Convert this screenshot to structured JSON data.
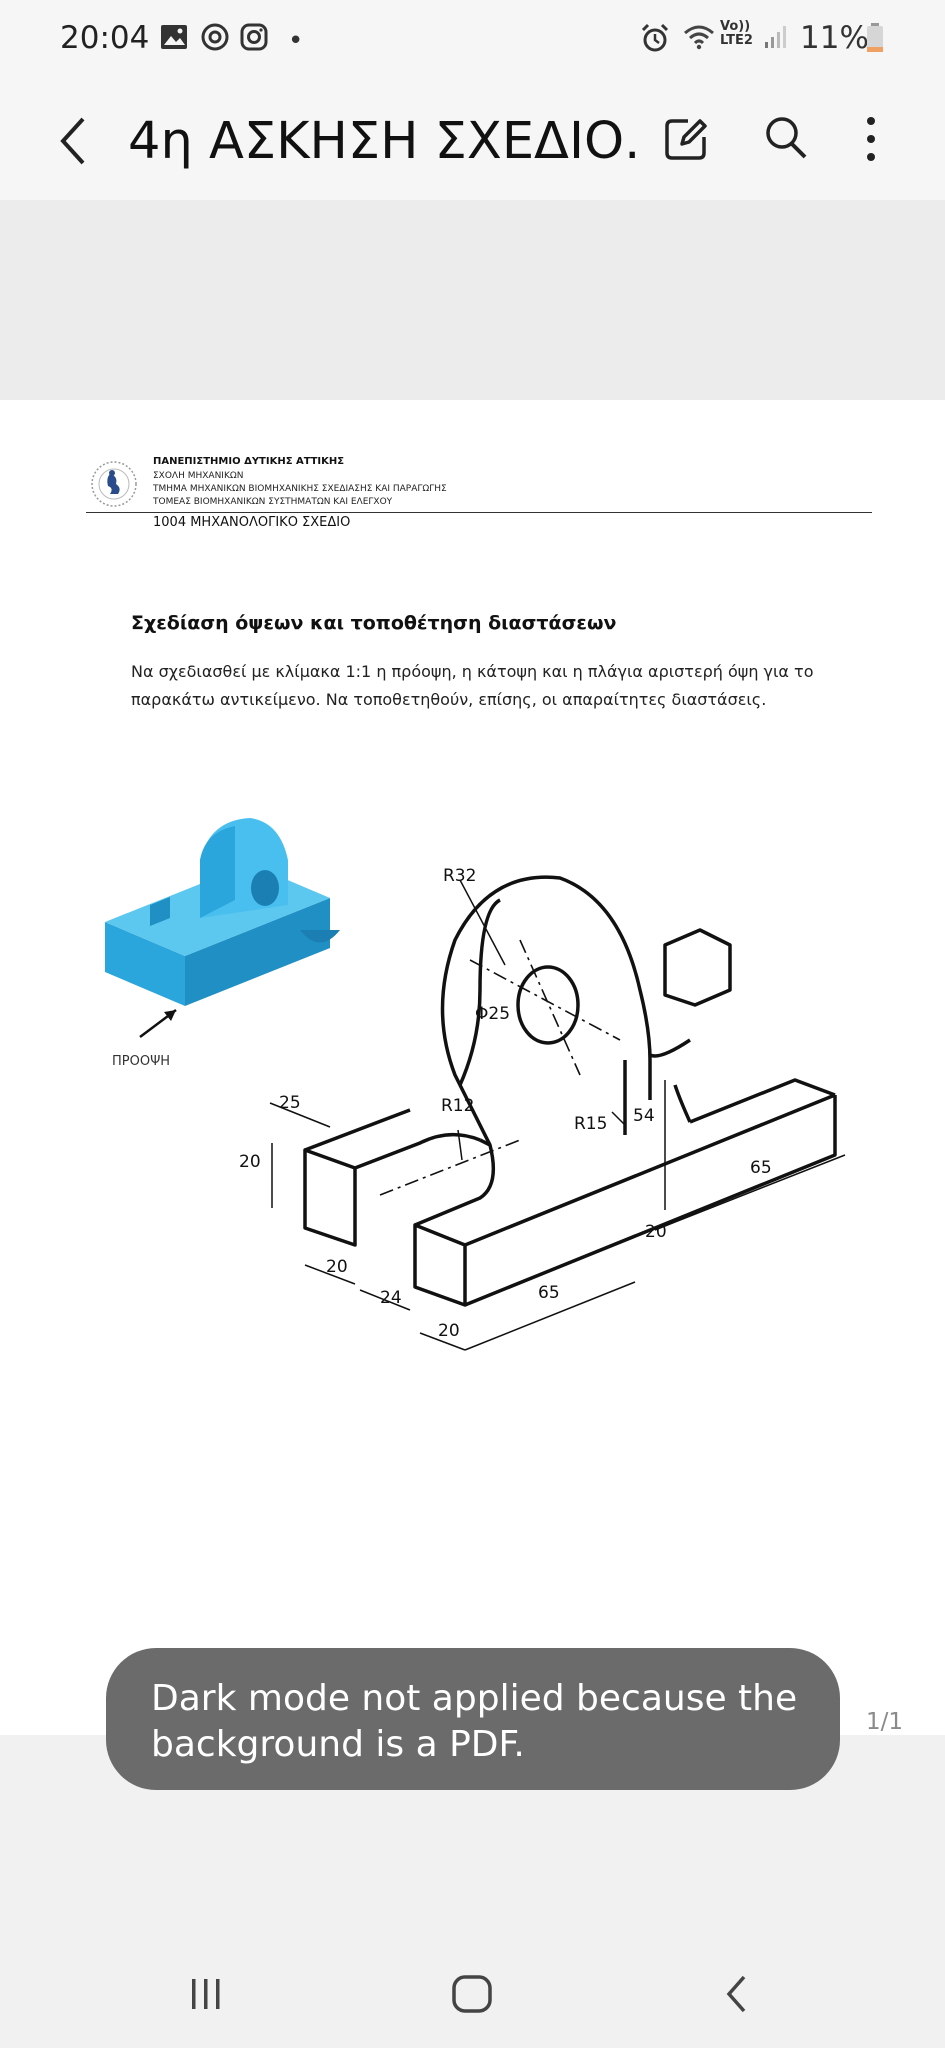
{
  "status_bar": {
    "time": "20:04",
    "battery": "11%",
    "network": "Vo)) LTE2",
    "icons": [
      "gallery-icon",
      "sync-icon",
      "instagram-icon",
      "alarm-icon",
      "wifi-icon",
      "signal-icon",
      "battery-icon"
    ]
  },
  "app_bar": {
    "title": "4η ΑΣΚΗΣΗ ΣΧΕΔΙΟ...",
    "icons": [
      "back-icon",
      "edit-icon",
      "search-icon",
      "more-icon"
    ]
  },
  "document": {
    "header": {
      "university": "ΠΑΝΕΠΙΣΤΗΜΙΟ ΔΥΤΙΚΗΣ ΑΤΤΙΚΗΣ",
      "school": "ΣΧΟΛΗ ΜΗΧΑΝΙΚΩΝ",
      "department": "ΤΜΗΜΑ ΜΗΧΑΝΙΚΩΝ ΒΙΟΜΗΧΑΝΙΚΗΣ ΣΧΕΔΙΑΣΗΣ ΚΑΙ ΠΑΡΑΓΩΓΗΣ",
      "division": "ΤΟΜΕΑΣ ΒΙΟΜΗΧΑΝΙΚΩΝ ΣΥΣΤΗΜΑΤΩΝ ΚΑΙ ΕΛΕΓΧΟΥ",
      "course": "1004 ΜΗΧΑΝΟΛΟΓΙΚΟ ΣΧΕΔΙΟ"
    },
    "heading": "Σχεδίαση όψεων και τοποθέτηση διαστάσεων",
    "paragraph_line1": "Να σχεδιασθεί με κλίμακα 1:1 η πρόοψη, η κάτοψη και η πλάγια αριστερή όψη για το",
    "paragraph_line2": "παρακάτω αντικείμενο. Να τοποθετηθούν, επίσης, οι απαραίτητες διαστάσεις.",
    "iso_view_label": "ΠΡΟΟΨΗ",
    "dimensions": {
      "r32": "R32",
      "phi25": "Φ25",
      "r12": "R12",
      "r15": "R15",
      "d54": "54",
      "d65_right": "65",
      "d20_right": "20",
      "d65_bottom": "65",
      "d25": "25",
      "d20_left": "20",
      "d20_bottom_a": "20",
      "d24": "24",
      "d20_bottom_b": "20"
    }
  },
  "page_indicator": "1/1",
  "toast": {
    "message": "Dark mode not applied because the background is a PDF."
  },
  "nav_bar": {
    "icons": [
      "recents-icon",
      "home-icon",
      "nav-back-icon"
    ]
  }
}
